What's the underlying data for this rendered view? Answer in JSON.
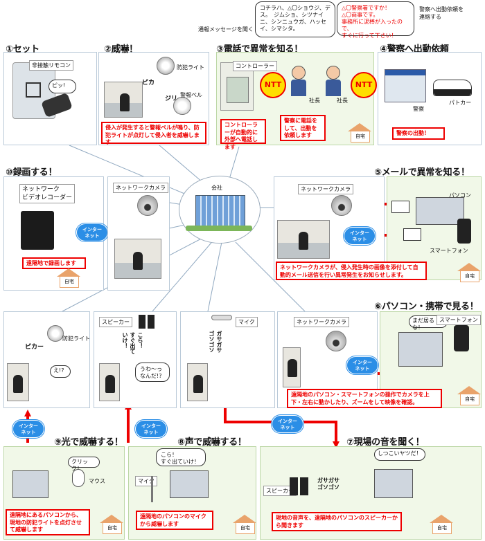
{
  "sections": {
    "s1": "①セット",
    "s2": "②威嚇！",
    "s3": "③電話で異常を知る！",
    "s4": "④警察へ出動依頼",
    "s5": "⑤メールで異常を知る！",
    "s6": "⑥パソコン・携帯で見る！",
    "s7": "⑦現場の音を聞く！",
    "s8": "⑧声で威嚇する！",
    "s9": "⑨光で威嚇する！",
    "s10": "⑩録画する！"
  },
  "labels": {
    "remote": "非接触リモコン",
    "bip": "ピッ!",
    "crime_light": "防犯ライト",
    "pika": "ピカ",
    "jiri": "ジリ…",
    "alarm_bell": "警報ベル",
    "controller": "コントローラー",
    "ntt": "NTT",
    "president": "社長",
    "police": "警察",
    "patrol_car": "パトカー",
    "company": "会社",
    "network_camera": "ネットワークカメラ",
    "nvr": "ネットワーク\nビデオレコーダー",
    "pc": "パソコン",
    "smartphone": "スマートフォン",
    "speaker": "スピーカー",
    "mic": "マイク",
    "mouse": "マウス",
    "home": "自宅",
    "internet": "インター\nネット",
    "alarm_msg": "通報メッセージを聞く",
    "police_request": "警察へ出動依頼を\n連絡する",
    "pika2": "ピカー",
    "eh": "え!?",
    "korasugu": "こら！\nすぐ出て\nいけ！",
    "uwa": "うわ～っ\nなんだ!?",
    "gasagasa": "ガサガサ\nゴソゴソ",
    "still_here": "まだ居るな！",
    "click": "クリック！",
    "korasugu2": "こら！\nすぐ出ていけ！",
    "persistent": "しつこいヤツだ！"
  },
  "bubbles": {
    "voice_msg": "コチラハ、△〇ショウジ、デス。　ジムショ、シツナイニ、シンニュウガ、ハッセイ、シマシタ。",
    "president_call": "△〇警察署ですか！\n△〇商事です。\n事務所に泥棒が入ったので、\nすぐに行って下さい！"
  },
  "captions": {
    "c2": "侵入が発生すると警報ベルが鳴り、防犯ライトが点灯して侵入者を威嚇します",
    "c3a": "コントローラーが自動的に外部へ電話します",
    "c3b": "警察に電話をして、出動を依頼します",
    "c4": "警察の出動！",
    "c5": "ネットワークカメラが、侵入発生時の画像を添付して自動的メール送信を行い異常発生をお知らせします。",
    "c6": "遠隔地のパソコン・スマートフォンの操作でカメラを上下・左右に動かしたり、ズームをして映像を確認。",
    "c7": "現地の音声を、遠隔地のパソコンのスピーカーから聞きます",
    "c8": "遠隔地のパソコンのマイクから威嚇します",
    "c9": "遠隔地にあるパソコンから、現地の防犯ライトを点灯させて威嚇します",
    "c10": "遠隔地で録画します"
  },
  "colors": {
    "accent": "#e00000",
    "internet": "#2b8ee6",
    "ntt": "#ffde00"
  }
}
